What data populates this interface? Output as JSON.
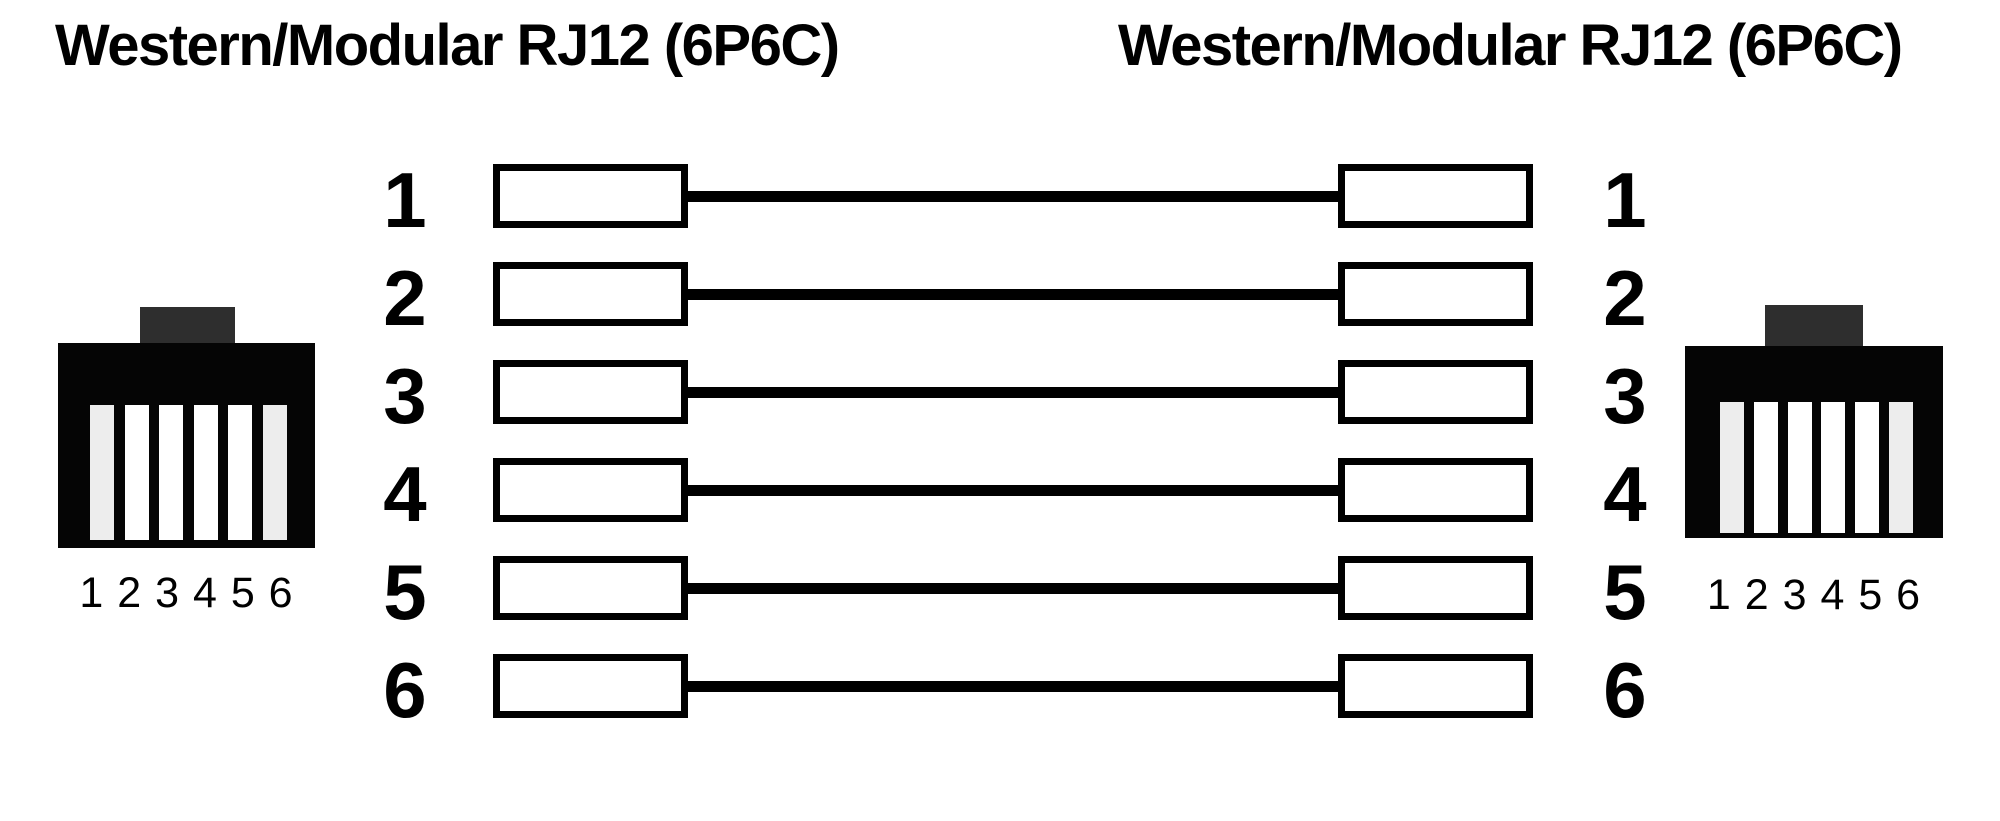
{
  "titles": {
    "left": "Western/Modular RJ12 (6P6C)",
    "right": "Western/Modular RJ12 (6P6C)"
  },
  "left_connector": {
    "pin_numbers_label": "1 2 3 4 5 6"
  },
  "right_connector": {
    "pin_numbers_label": "1 2 3 4 5 6"
  },
  "rows": [
    {
      "left_pin": "1",
      "right_pin": "1"
    },
    {
      "left_pin": "2",
      "right_pin": "2"
    },
    {
      "left_pin": "3",
      "right_pin": "3"
    },
    {
      "left_pin": "4",
      "right_pin": "4"
    },
    {
      "left_pin": "5",
      "right_pin": "5"
    },
    {
      "left_pin": "6",
      "right_pin": "6"
    }
  ],
  "colors": {
    "background": "#ffffff",
    "ink": "#000000",
    "connector_body": "#050505",
    "connector_tab": "#2e2e2e",
    "pin_stripe": "#ffffff",
    "pin_stripe_outer": "#ededed",
    "wire": "#000000",
    "pin_box_fill": "#ffffff",
    "pin_box_border": "#000000"
  }
}
